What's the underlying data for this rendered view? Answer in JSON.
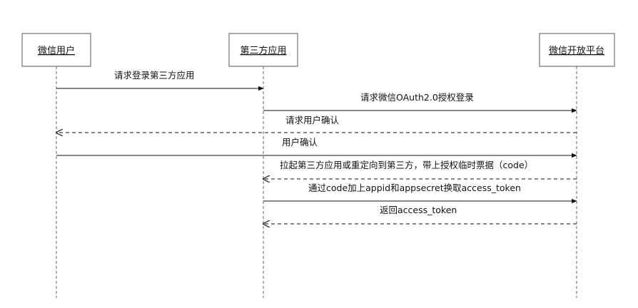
{
  "participants": [
    {
      "id": "user",
      "label": "微信用户"
    },
    {
      "id": "app",
      "label": "第三方应用"
    },
    {
      "id": "wechat",
      "label": "微信开放平台"
    }
  ],
  "messages": [
    {
      "from": "user",
      "to": "app",
      "style": "solid",
      "label": "请求登录第三方应用"
    },
    {
      "from": "app",
      "to": "wechat",
      "style": "solid",
      "label": "请求微信OAuth2.0授权登录"
    },
    {
      "from": "wechat",
      "to": "user",
      "style": "dashed",
      "label": "请求用户确认"
    },
    {
      "from": "user",
      "to": "wechat",
      "style": "solid",
      "label": "用户确认"
    },
    {
      "from": "wechat",
      "to": "app",
      "style": "dashed",
      "label": "拉起第三方应用或重定向到第三方，带上授权临时票据（code）"
    },
    {
      "from": "app",
      "to": "wechat",
      "style": "solid",
      "label": "通过code加上appid和appsecret换取access_token"
    },
    {
      "from": "wechat",
      "to": "app",
      "style": "dashed",
      "label": "返回access_token"
    }
  ]
}
